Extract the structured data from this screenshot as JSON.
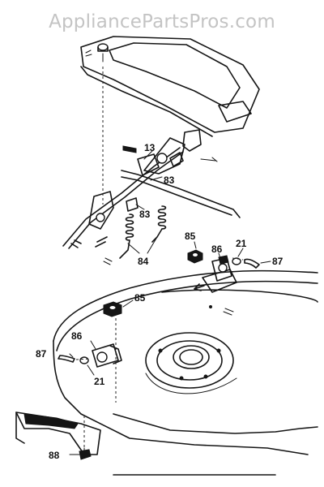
{
  "watermark": "AppliancePartsPros.com",
  "callouts": {
    "p13": "13",
    "p83a": "83",
    "p83b": "83",
    "p84": "84",
    "p85a": "85",
    "p86a": "86",
    "p21a": "21",
    "p87a": "87",
    "p85b": "85",
    "p86b": "86",
    "p87b": "87",
    "p21b": "21",
    "p88": "88"
  },
  "colors": {
    "ink": "#151515",
    "watermark": "#c4c4c4",
    "background": "#ffffff"
  }
}
